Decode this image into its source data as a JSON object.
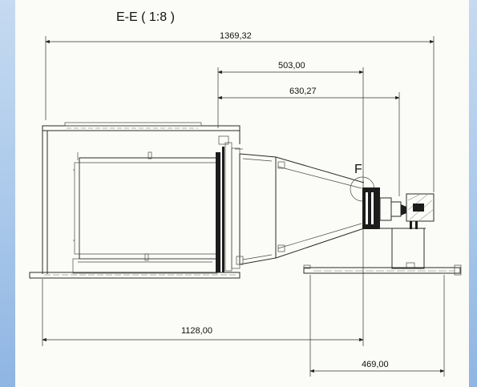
{
  "view": {
    "title": "E-E ( 1:8 )",
    "detail_label": "F"
  },
  "dimensions": {
    "overall_length": "1369,32",
    "dim_503": "503,00",
    "dim_630": "630,27",
    "dim_1128": "1128,00",
    "dim_469": "469,00"
  },
  "colors": {
    "background": "#a9c8ea",
    "sheet": "#fbfbf7",
    "line": "#2b2b2b"
  }
}
